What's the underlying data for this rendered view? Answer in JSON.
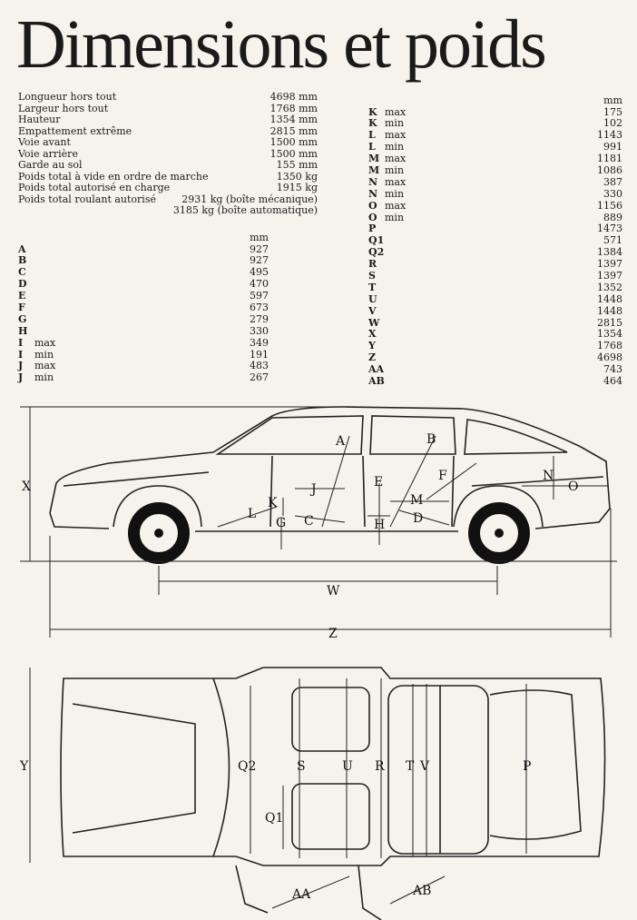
{
  "title": "Dimensions et poids",
  "specs": [
    {
      "label": "Longueur hors tout",
      "value": "4698 mm"
    },
    {
      "label": "Largeur hors tout",
      "value": "1768 mm"
    },
    {
      "label": "Hauteur",
      "value": "1354 mm"
    },
    {
      "label": "Empattement extrême",
      "value": "2815 mm"
    },
    {
      "label": "Voie avant",
      "value": "1500 mm"
    },
    {
      "label": "Voie arrière",
      "value": "1500 mm"
    },
    {
      "label": "Garde au sol",
      "value": "155 mm"
    },
    {
      "label": "Poids total à vide en ordre de marche",
      "value": "1350 kg"
    },
    {
      "label": "Poids total autorisé en charge",
      "value": "1915 kg"
    },
    {
      "label": "Poids total roulant autorisé",
      "value": "2931 kg (boîte mécanique)"
    },
    {
      "label": "",
      "value": "3185 kg (boîte automatique)"
    }
  ],
  "unit": "mm",
  "dims_left": [
    {
      "letter": "A",
      "qual": "",
      "value": "927"
    },
    {
      "letter": "B",
      "qual": "",
      "value": "927"
    },
    {
      "letter": "C",
      "qual": "",
      "value": "495"
    },
    {
      "letter": "D",
      "qual": "",
      "value": "470"
    },
    {
      "letter": "E",
      "qual": "",
      "value": "597"
    },
    {
      "letter": "F",
      "qual": "",
      "value": "673"
    },
    {
      "letter": "G",
      "qual": "",
      "value": "279"
    },
    {
      "letter": "H",
      "qual": "",
      "value": "330"
    },
    {
      "letter": "I",
      "qual": "max",
      "value": "349"
    },
    {
      "letter": "I",
      "qual": "min",
      "value": "191"
    },
    {
      "letter": "J",
      "qual": "max",
      "value": "483"
    },
    {
      "letter": "J",
      "qual": "min",
      "value": "267"
    }
  ],
  "dims_right": [
    {
      "letter": "K",
      "qual": "max",
      "value": "175"
    },
    {
      "letter": "K",
      "qual": "min",
      "value": "102"
    },
    {
      "letter": "L",
      "qual": "max",
      "value": "1143"
    },
    {
      "letter": "L",
      "qual": "min",
      "value": "991"
    },
    {
      "letter": "M",
      "qual": "max",
      "value": "1181"
    },
    {
      "letter": "M",
      "qual": "min",
      "value": "1086"
    },
    {
      "letter": "N",
      "qual": "max",
      "value": "387"
    },
    {
      "letter": "N",
      "qual": "min",
      "value": "330"
    },
    {
      "letter": "O",
      "qual": "max",
      "value": "1156"
    },
    {
      "letter": "O",
      "qual": "min",
      "value": "889"
    },
    {
      "letter": "P",
      "qual": "",
      "value": "1473"
    },
    {
      "letter": "Q1",
      "qual": "",
      "value": "571"
    },
    {
      "letter": "Q2",
      "qual": "",
      "value": "1384"
    },
    {
      "letter": "R",
      "qual": "",
      "value": "1397"
    },
    {
      "letter": "S",
      "qual": "",
      "value": "1397"
    },
    {
      "letter": "T",
      "qual": "",
      "value": "1352"
    },
    {
      "letter": "U",
      "qual": "",
      "value": "1448"
    },
    {
      "letter": "V",
      "qual": "",
      "value": "1448"
    },
    {
      "letter": "W",
      "qual": "",
      "value": "2815"
    },
    {
      "letter": "X",
      "qual": "",
      "value": "1354"
    },
    {
      "letter": "Y",
      "qual": "",
      "value": "1768"
    },
    {
      "letter": "Z",
      "qual": "",
      "value": "4698"
    },
    {
      "letter": "AA",
      "qual": "",
      "value": "743"
    },
    {
      "letter": "AB",
      "qual": "",
      "value": "464"
    }
  ],
  "side_labels": {
    "X": "X",
    "W": "W",
    "Z": "Z",
    "A": "A",
    "B": "B",
    "E": "E",
    "F": "F",
    "J": "J",
    "K": "K",
    "L": "L",
    "G": "G",
    "C": "C",
    "H": "H",
    "M": "M",
    "D": "D",
    "N": "N",
    "O": "O"
  },
  "top_labels": {
    "Y": "Y",
    "Q2": "Q2",
    "Q1": "Q1",
    "S": "S",
    "U": "U",
    "R": "R",
    "T": "T",
    "V": "V",
    "P": "P",
    "AA": "AA",
    "AB": "AB"
  }
}
